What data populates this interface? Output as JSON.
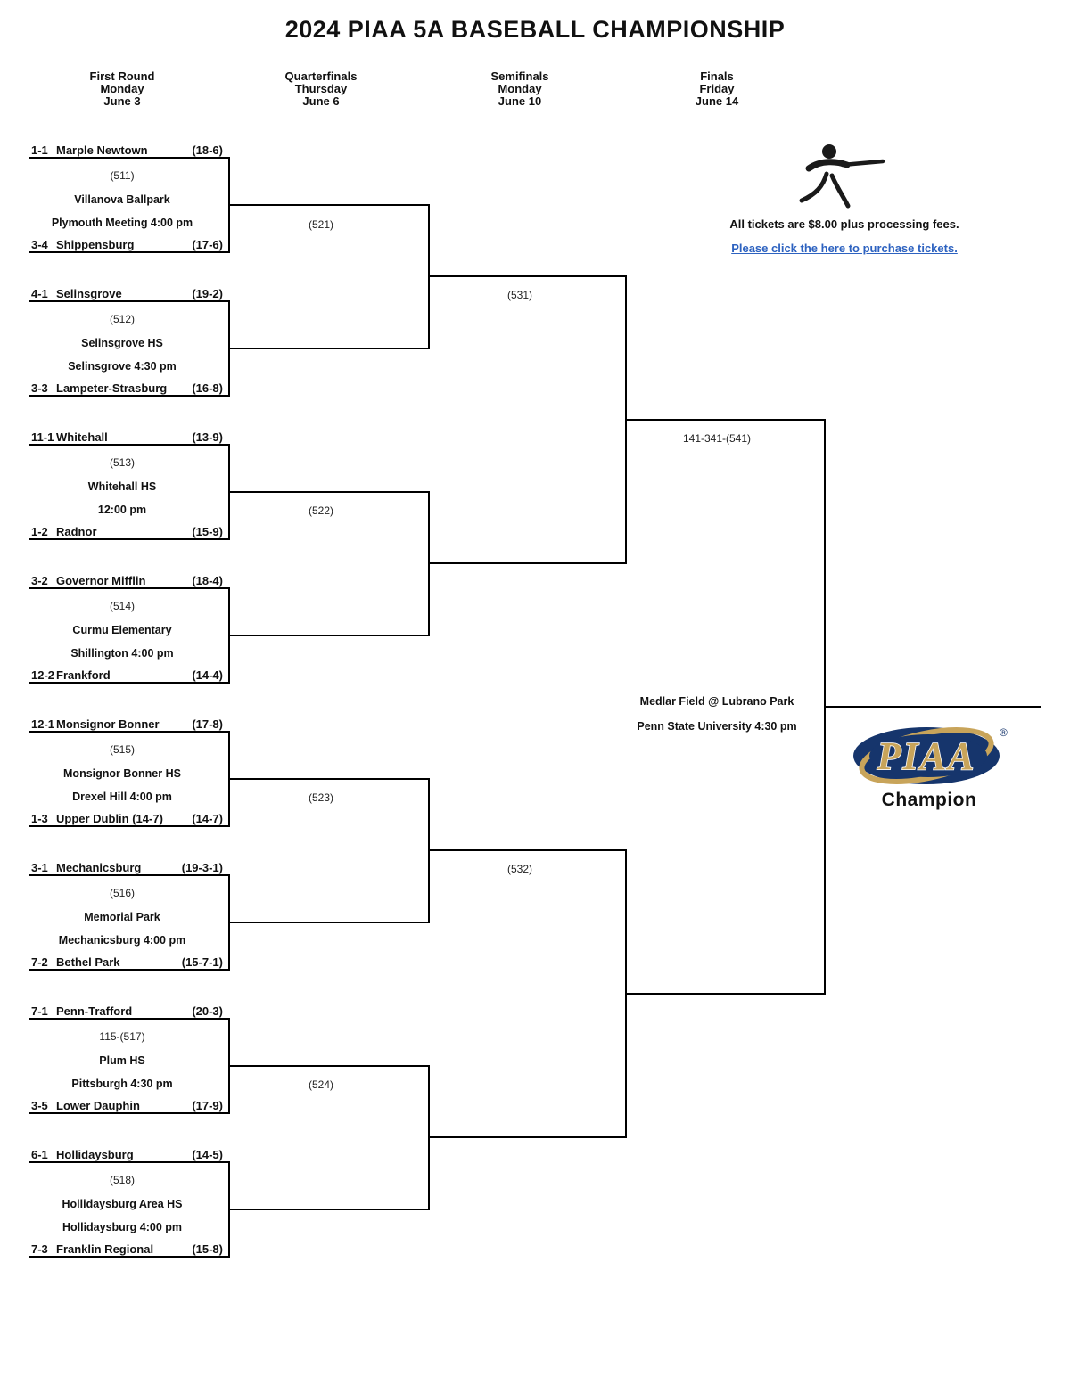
{
  "title": "2024 PIAA 5A BASEBALL CHAMPIONSHIP",
  "rounds": [
    {
      "name": "First Round",
      "day": "Monday",
      "date": "June 3"
    },
    {
      "name": "Quarterfinals",
      "day": "Thursday",
      "date": "June 6"
    },
    {
      "name": "Semifinals",
      "day": "Monday",
      "date": "June 10"
    },
    {
      "name": "Finals",
      "day": "Friday",
      "date": "June 14"
    }
  ],
  "tickets": {
    "notice": "All tickets are $8.00 plus processing fees.",
    "link": "Please click the here to purchase tickets."
  },
  "first_round": [
    {
      "game": "(511)",
      "venue": "Villanova Ballpark",
      "location_time": "Plymouth Meeting 4:00 pm",
      "team1": {
        "seed": "1-1",
        "name": "Marple Newtown",
        "record": "(18-6)"
      },
      "team2": {
        "seed": "3-4",
        "name": "Shippensburg",
        "record": "(17-6)"
      }
    },
    {
      "game": "(512)",
      "venue": "Selinsgrove HS",
      "location_time": "Selinsgrove 4:30 pm",
      "team1": {
        "seed": "4-1",
        "name": "Selinsgrove",
        "record": "(19-2)"
      },
      "team2": {
        "seed": "3-3",
        "name": "Lampeter-Strasburg",
        "record": "(16-8)"
      }
    },
    {
      "game": "(513)",
      "venue": "Whitehall HS",
      "location_time": "12:00 pm",
      "team1": {
        "seed": "11-1",
        "name": "Whitehall",
        "record": "(13-9)"
      },
      "team2": {
        "seed": "1-2",
        "name": "Radnor",
        "record": "(15-9)"
      }
    },
    {
      "game": "(514)",
      "venue": "Curmu Elementary",
      "location_time": "Shillington 4:00 pm",
      "team1": {
        "seed": "3-2",
        "name": "Governor Mifflin",
        "record": "(18-4)"
      },
      "team2": {
        "seed": "12-2",
        "name": "Frankford",
        "record": "(14-4)"
      }
    },
    {
      "game": "(515)",
      "venue": "Monsignor Bonner HS",
      "location_time": "Drexel Hill 4:00 pm",
      "team1": {
        "seed": "12-1",
        "name": "Monsignor Bonner",
        "record": "(17-8)"
      },
      "team2": {
        "seed": "1-3",
        "name": "Upper Dublin (14-7)",
        "record": "(14-7)"
      }
    },
    {
      "game": "(516)",
      "venue": "Memorial Park",
      "location_time": "Mechanicsburg  4:00 pm",
      "team1": {
        "seed": "3-1",
        "name": "Mechanicsburg",
        "record": "(19-3-1)"
      },
      "team2": {
        "seed": "7-2",
        "name": "Bethel Park",
        "record": "(15-7-1)"
      }
    },
    {
      "game": "115-(517)",
      "venue": "Plum HS",
      "location_time": "Pittsburgh  4:30 pm",
      "team1": {
        "seed": "7-1",
        "name": "Penn-Trafford",
        "record": "(20-3)"
      },
      "team2": {
        "seed": "3-5",
        "name": "Lower Dauphin",
        "record": "(17-9)"
      }
    },
    {
      "game": "(518)",
      "venue": "Hollidaysburg Area HS",
      "location_time": "Hollidaysburg 4:00 pm",
      "team1": {
        "seed": "6-1",
        "name": "Hollidaysburg",
        "record": "(14-5)"
      },
      "team2": {
        "seed": "7-3",
        "name": "Franklin Regional",
        "record": "(15-8)"
      }
    }
  ],
  "quarterfinals": [
    "(521)",
    "(522)",
    "(523)",
    "(524)"
  ],
  "semifinals": [
    "(531)",
    "(532)"
  ],
  "final": {
    "label": "141-341-(541)",
    "venue": "Medlar Field @ Lubrano Park",
    "location_time": "Penn State University 4:30 pm"
  },
  "champion": {
    "logo_text": "PIAA",
    "registered": "®",
    "label": "Champion"
  }
}
